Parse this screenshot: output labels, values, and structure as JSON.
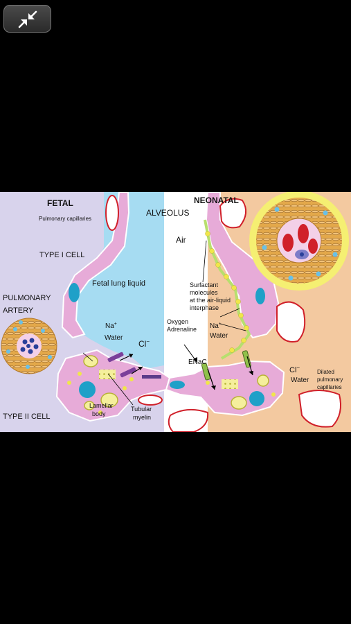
{
  "toolbar": {
    "collapse_icon": "collapse-arrows-icon"
  },
  "colors": {
    "fetal_bg": "#d8d3ec",
    "neonatal_left_bg": "#ffffff",
    "neonatal_right_bg": "#f3c9a0",
    "lung_liquid": "#a6dcf2",
    "cell": "#e7abd8",
    "nucleus": "#1fa0c8",
    "capillary_border": "#d0202a"
  },
  "fetal": {
    "title": "FETAL",
    "pulmonary_capillaries": "Pulmonary capillaries",
    "type1_cell": "TYPE I CELL",
    "fetal_lung_liquid": "Fetal lung liquid",
    "pulmonary_artery_1": "PULMONARY",
    "pulmonary_artery_2": "ARTERY",
    "na": "Na",
    "na_sup": "+",
    "water": "Water",
    "cl": "Cl",
    "cl_sup": "−",
    "type2_cell": "TYPE II CELL",
    "lamellar_1": "Lamellar",
    "lamellar_2": "body",
    "tubular_1": "Tubular",
    "tubular_2": "myelin"
  },
  "neonatal": {
    "title": "NEONATAL",
    "alveolus": "ALVEOLUS",
    "air": "Air",
    "surfactant_1": "Surfactant",
    "surfactant_2": "molecules",
    "surfactant_3": "at the air-liquid",
    "surfactant_4": "interphase",
    "oxygen": "Oxygen",
    "adrenaline": "Adrenaline",
    "na": "Na",
    "na_sup": "+",
    "water": "Water",
    "enac": "ENaC",
    "cl": "Cl",
    "cl_sup": "−",
    "water2": "Water",
    "dilated_1": "Dilated",
    "dilated_2": "pulmonary",
    "dilated_3": "capillaries"
  }
}
